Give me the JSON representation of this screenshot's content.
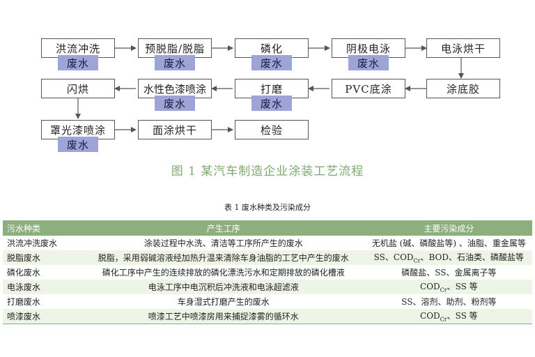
{
  "flow": {
    "steps": [
      {
        "label": "洪流冲洗",
        "badge": "废水"
      },
      {
        "label": "预脱脂/脱脂",
        "badge": "废水"
      },
      {
        "label": "磷化",
        "badge": "废水"
      },
      {
        "label": "阴极电泳",
        "badge": "废水"
      },
      {
        "label": "电泳烘干",
        "badge": ""
      },
      {
        "label": "涂底胶",
        "badge": ""
      },
      {
        "label": "PVC底涂",
        "badge": ""
      },
      {
        "label": "打磨",
        "badge": "废水"
      },
      {
        "label": "水性色漆喷涂",
        "badge": "废水"
      },
      {
        "label": "闪烘",
        "badge": ""
      },
      {
        "label": "罩光漆喷涂",
        "badge": "废水"
      },
      {
        "label": "面涂烘干",
        "badge": ""
      },
      {
        "label": "检验",
        "badge": ""
      }
    ]
  },
  "figure_caption": "图 1 某汽车制造企业涂装工艺流程",
  "table": {
    "caption": "表 1 废水种类及污染成分",
    "headers": [
      "污水种类",
      "产生工序",
      "主要污染成分"
    ],
    "rows": [
      [
        "洪流冲洗废水",
        "涂装过程中水洗、清洁等工序所产生的废水",
        "无机盐 (碱、磷酸盐等) 、油脂、重金属等"
      ],
      [
        "脱脂废水",
        "脱脂，采用弱碱溶液经加热升温来清除车身油脂的工艺中产生的废水",
        "SS、CODCr、BOD、石油类、磷酸盐等"
      ],
      [
        "磷化废水",
        "磷化工序中产生的连续排放的磷化漂洗污水和定期排放的磷化槽液",
        "磷酸盐、SS、金属离子等"
      ],
      [
        "电泳废水",
        "电泳工序中电沉积后冲洗液和电泳超滤液",
        "CODCr、SS 等"
      ],
      [
        "打磨废水",
        "车身湿式打磨产生的废水",
        "SS、溶剂、助剂、粉剂等"
      ],
      [
        "喷漆废水",
        "喷漆工艺中喷漆房用来捕捉漆雾的循环水",
        "CODCr、SS 等"
      ]
    ]
  },
  "colors": {
    "badge": "#9ea4d8",
    "caption_green": "#7fa96f",
    "table_header": "#8daf7d",
    "table_stripe": "#eef4e6"
  }
}
